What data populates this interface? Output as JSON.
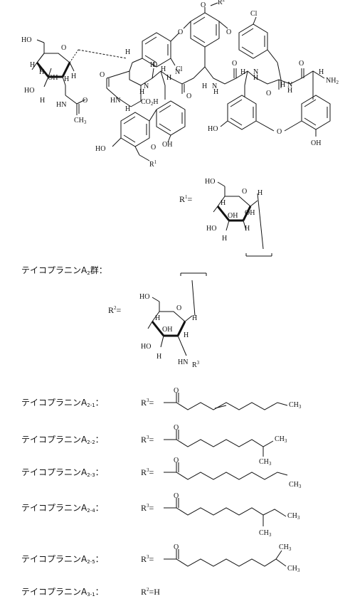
{
  "labels": {
    "oh": "OH",
    "ho": "HO",
    "h": "H",
    "o": "O",
    "n": "N",
    "cl": "Cl",
    "nh": "NH",
    "hn": "HN",
    "co2h": "CO",
    "co2h_sub": "2",
    "co2h_tail": "H",
    "nh2": "NH",
    "nh2_sub": "2",
    "ch3": "CH",
    "ch3_sub": "3",
    "r": "R",
    "r1_sup": "1",
    "r2_sup": "2",
    "r3_sup": "3",
    "eq": "="
  },
  "group_label": {
    "name": "テイコプラニンA",
    "sub": "2",
    "suffix": "群："
  },
  "variants": [
    {
      "name": "テイコプラニンA",
      "sub": "2-1",
      "colon": "：",
      "r": "R",
      "sup": "3",
      "eq": "="
    },
    {
      "name": "テイコプラニンA",
      "sub": "2-2",
      "colon": "：",
      "r": "R",
      "sup": "3",
      "eq": "="
    },
    {
      "name": "テイコプラニンA",
      "sub": "2-3",
      "colon": "：",
      "r": "R",
      "sup": "3",
      "eq": "="
    },
    {
      "name": "テイコプラニンA",
      "sub": "2-4",
      "colon": "：",
      "r": "R",
      "sup": "3",
      "eq": "="
    },
    {
      "name": "テイコプラニンA",
      "sub": "2-5",
      "colon": "：",
      "r": "R",
      "sup": "3",
      "eq": "="
    },
    {
      "name": "テイコプラニンA",
      "sub": "3-1",
      "colon": "：",
      "r": "R",
      "sup": "2",
      "eq": "=H"
    }
  ]
}
